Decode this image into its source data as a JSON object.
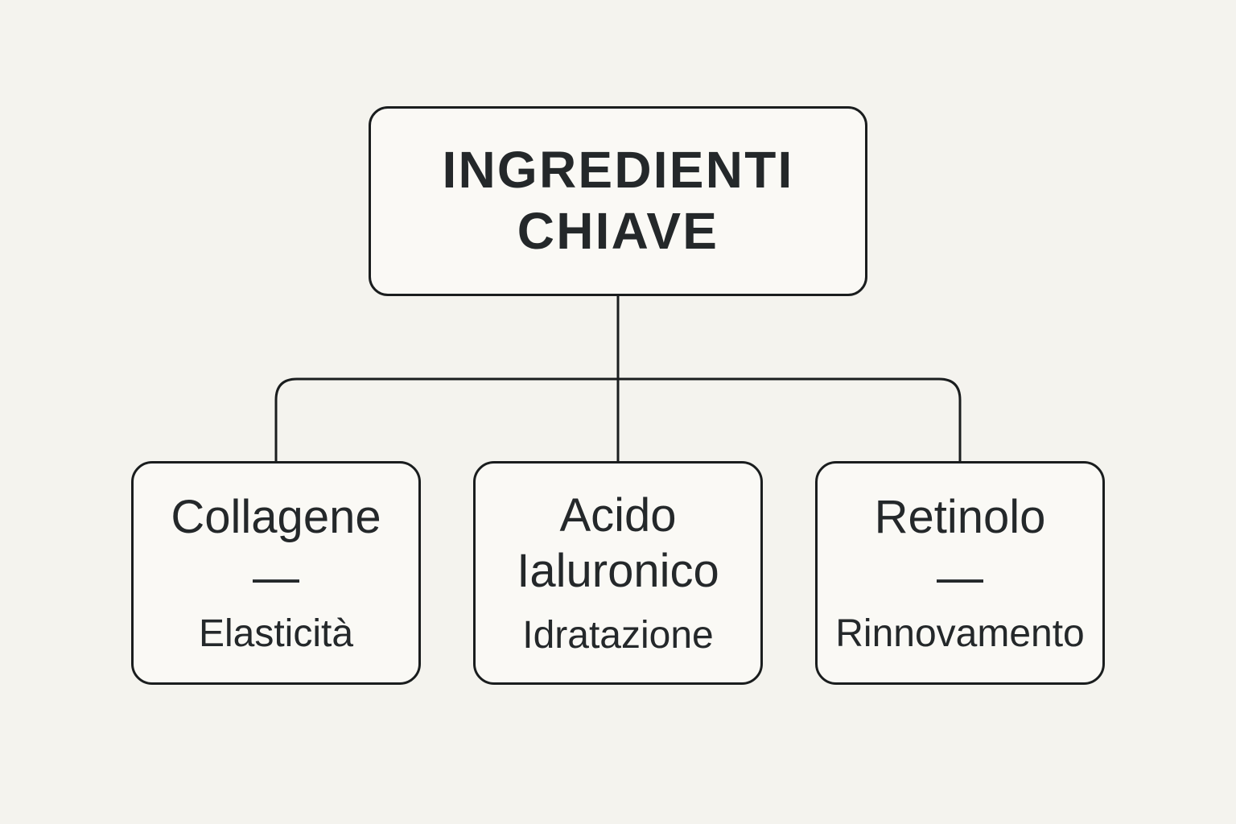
{
  "theme": {
    "background": "#f4f3ee",
    "box_fill": "#faf9f5",
    "line_color": "#1a1d1e",
    "text_color": "#24282a"
  },
  "root": {
    "title": "INGREDIENTI CHIAVE"
  },
  "children": [
    {
      "name": "Collagene",
      "separator": "—",
      "benefit": "Elasticità"
    },
    {
      "name": "Acido Ialuronico",
      "separator": "",
      "benefit": "Idratazione"
    },
    {
      "name": "Retinolo",
      "separator": "—",
      "benefit": "Rinnovamento"
    }
  ]
}
